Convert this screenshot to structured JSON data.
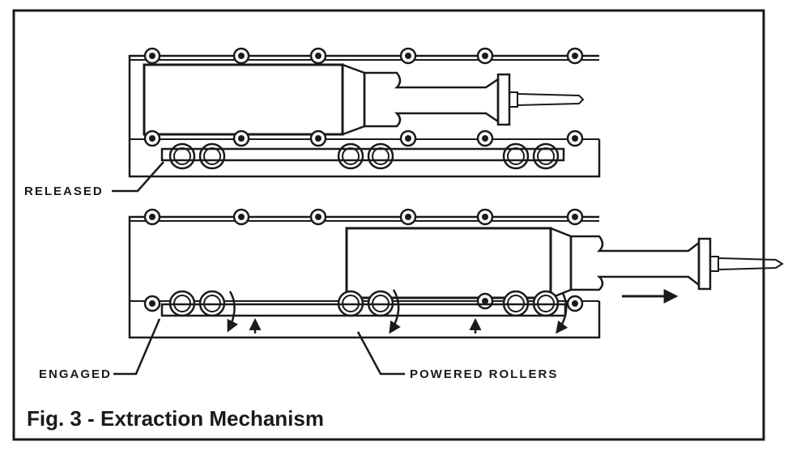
{
  "labels": {
    "released": "RELEASED",
    "engaged": "ENGAGED",
    "powered_rollers": "POWERED ROLLERS"
  },
  "caption": "Fig. 3 - Extraction Mechanism",
  "colors": {
    "ink": "#1a1a1a",
    "paper": "#ffffff"
  }
}
